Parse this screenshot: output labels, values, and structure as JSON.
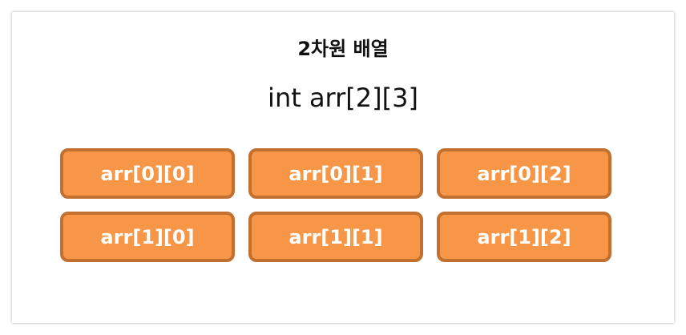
{
  "title": "2차원 배열",
  "declaration": "int arr[2][3]",
  "colors": {
    "cell_fill": "#f79646",
    "cell_border": "#c2702f",
    "cell_text": "#ffffff"
  },
  "cells": [
    [
      "arr[0][0]",
      "arr[0][1]",
      "arr[0][2]"
    ],
    [
      "arr[1][0]",
      "arr[1][1]",
      "arr[1][2]"
    ]
  ]
}
